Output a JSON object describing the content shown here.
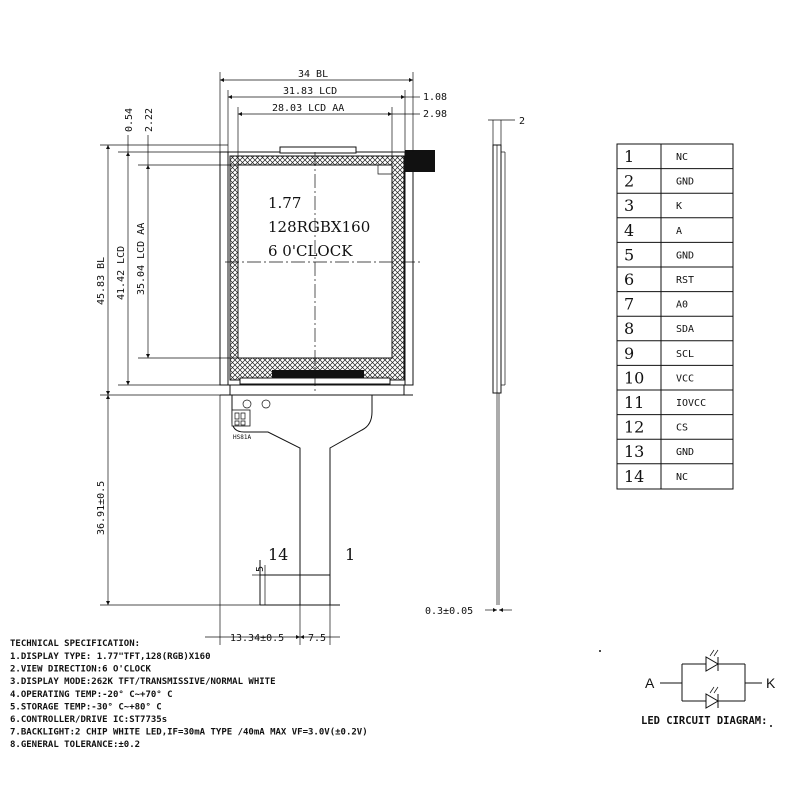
{
  "dimensions": {
    "overall_width": "34 BL",
    "lcd_width": "31.83 LCD",
    "aa_width": "28.03 LCD AA",
    "right_off_1": "1.08",
    "right_off_2": "2.98",
    "top_off_1": "0.54",
    "top_off_2": "2.22",
    "overall_height": "45.83 BL",
    "lcd_height": "41.42 LCD",
    "aa_height": "35.04 LCD AA",
    "fpc_length": "36.91±0.5",
    "fpc_left": "13.34±0.5",
    "fpc_width": "7.5",
    "fpc_tab": "5",
    "side_top": "2",
    "thickness": "0.3±0.05",
    "fpc_code": "HS81A"
  },
  "panel_text": {
    "line1": "1.77",
    "line2": "128RGBX160",
    "line3": "6 0'CLOCK"
  },
  "pin_markers": {
    "left": "14",
    "right": "1"
  },
  "pins": [
    {
      "no": "1",
      "name": "NC"
    },
    {
      "no": "2",
      "name": "GND"
    },
    {
      "no": "3",
      "name": "K"
    },
    {
      "no": "4",
      "name": "A"
    },
    {
      "no": "5",
      "name": "GND"
    },
    {
      "no": "6",
      "name": "RST"
    },
    {
      "no": "7",
      "name": "A0"
    },
    {
      "no": "8",
      "name": "SDA"
    },
    {
      "no": "9",
      "name": "SCL"
    },
    {
      "no": "10",
      "name": "VCC"
    },
    {
      "no": "11",
      "name": "IOVCC"
    },
    {
      "no": "12",
      "name": "CS"
    },
    {
      "no": "13",
      "name": "GND"
    },
    {
      "no": "14",
      "name": "NC"
    }
  ],
  "spec": {
    "title": "TECHNICAL SPECIFICATION:",
    "lines": [
      "1.DISPLAY TYPE: 1.77\"TFT,128(RGB)X160",
      "2.VIEW DIRECTION:6 O'CLOCK",
      "3.DISPLAY MODE:262K TFT/TRANSMISSIVE/NORMAL WHITE",
      "4.OPERATING TEMP:-20° C~+70° C",
      "5.STORAGE TEMP:-30° C~+80° C",
      "6.CONTROLLER/DRIVE IC:ST7735s",
      "7.BACKLIGHT:2 CHIP WHITE LED,IF=30mA  TYPE /40mA MAX  VF=3.0V(±0.2V)",
      "8.GENERAL TOLERANCE:±0.2"
    ]
  },
  "led": {
    "anode": "A",
    "cathode": "K",
    "caption": "LED CIRCUIT DIAGRAM:"
  }
}
